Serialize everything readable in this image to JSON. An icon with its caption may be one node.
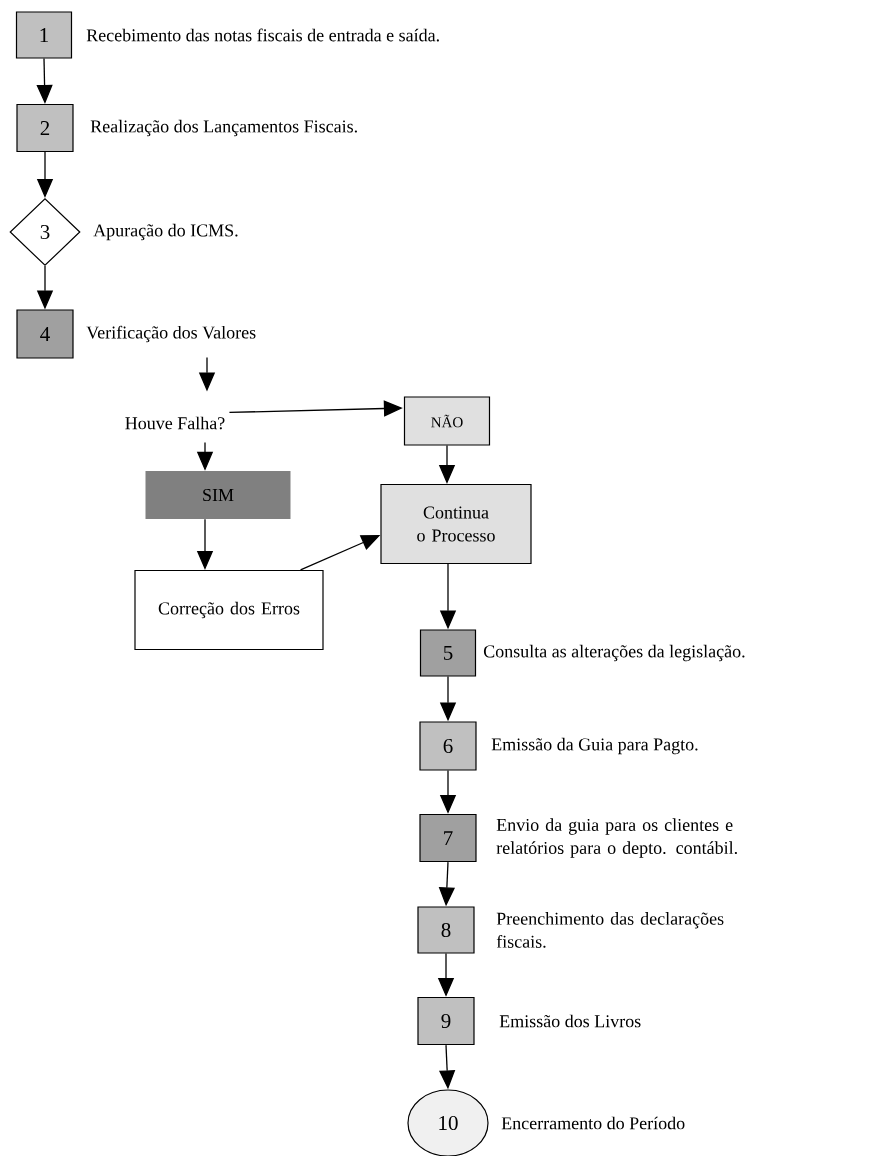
{
  "diagram": {
    "nodes": [
      {
        "text": [
          "1"
        ],
        "beside": [
          "Recebimento das notas fiscais de entrada e saída."
        ]
      },
      {
        "text": [
          "2"
        ],
        "beside": [
          "Realização dos Lançamentos Fiscais."
        ]
      },
      {
        "text": [
          "3"
        ],
        "beside": [
          "Apuração do ICMS."
        ]
      },
      {
        "text": [
          "4"
        ],
        "beside": [
          "Verificação dos Valores"
        ]
      },
      {
        "text": [
          "Houve Falha?"
        ]
      },
      {
        "text": [
          "NÃO"
        ]
      },
      {
        "text": [
          "SIM"
        ]
      },
      {
        "text": [
          "Continua o Processo"
        ]
      },
      {
        "text": [
          "Correção dos Erros"
        ]
      },
      {
        "text": [
          "5"
        ],
        "beside": [
          "Consulta as alterações da legislação."
        ]
      },
      {
        "text": [
          "6"
        ],
        "beside": [
          "Emissão da Guia para Pagto."
        ]
      },
      {
        "text": [
          "7"
        ],
        "beside": [
          "Envio da guia para os clientes e relatórios para o depto. contábil."
        ]
      },
      {
        "text": [
          "8"
        ],
        "beside": [
          "Preenchimento das declarações fiscais."
        ]
      },
      {
        "text": [
          "9"
        ],
        "beside": [
          "Emissão dos Livros"
        ]
      },
      {
        "text": [
          "10"
        ],
        "beside": [
          "Encerramento do Período"
        ]
      }
    ],
    "edges": [
      {
        "from": 0,
        "to": 1,
        "arrow": "to"
      },
      {
        "from": 1,
        "to": 2,
        "arrow": "to"
      },
      {
        "from": 2,
        "to": 3,
        "arrow": "to"
      },
      {
        "from": 3,
        "to": 4,
        "arrow": "to"
      },
      {
        "from": 4,
        "to": 5,
        "arrow": "to"
      },
      {
        "from": 4,
        "to": 6,
        "arrow": "to"
      },
      {
        "from": 5,
        "to": 7,
        "arrow": "to"
      },
      {
        "from": 6,
        "to": 8,
        "arrow": "to"
      },
      {
        "from": 8,
        "to": 7,
        "arrow": "to"
      },
      {
        "from": 7,
        "to": 9,
        "arrow": "to"
      },
      {
        "from": 9,
        "to": 10,
        "arrow": "to"
      },
      {
        "from": 10,
        "to": 11,
        "arrow": "to"
      },
      {
        "from": 11,
        "to": 12,
        "arrow": "to"
      },
      {
        "from": 12,
        "to": 13,
        "arrow": "to"
      },
      {
        "from": 13,
        "to": 14,
        "arrow": "to"
      }
    ]
  }
}
